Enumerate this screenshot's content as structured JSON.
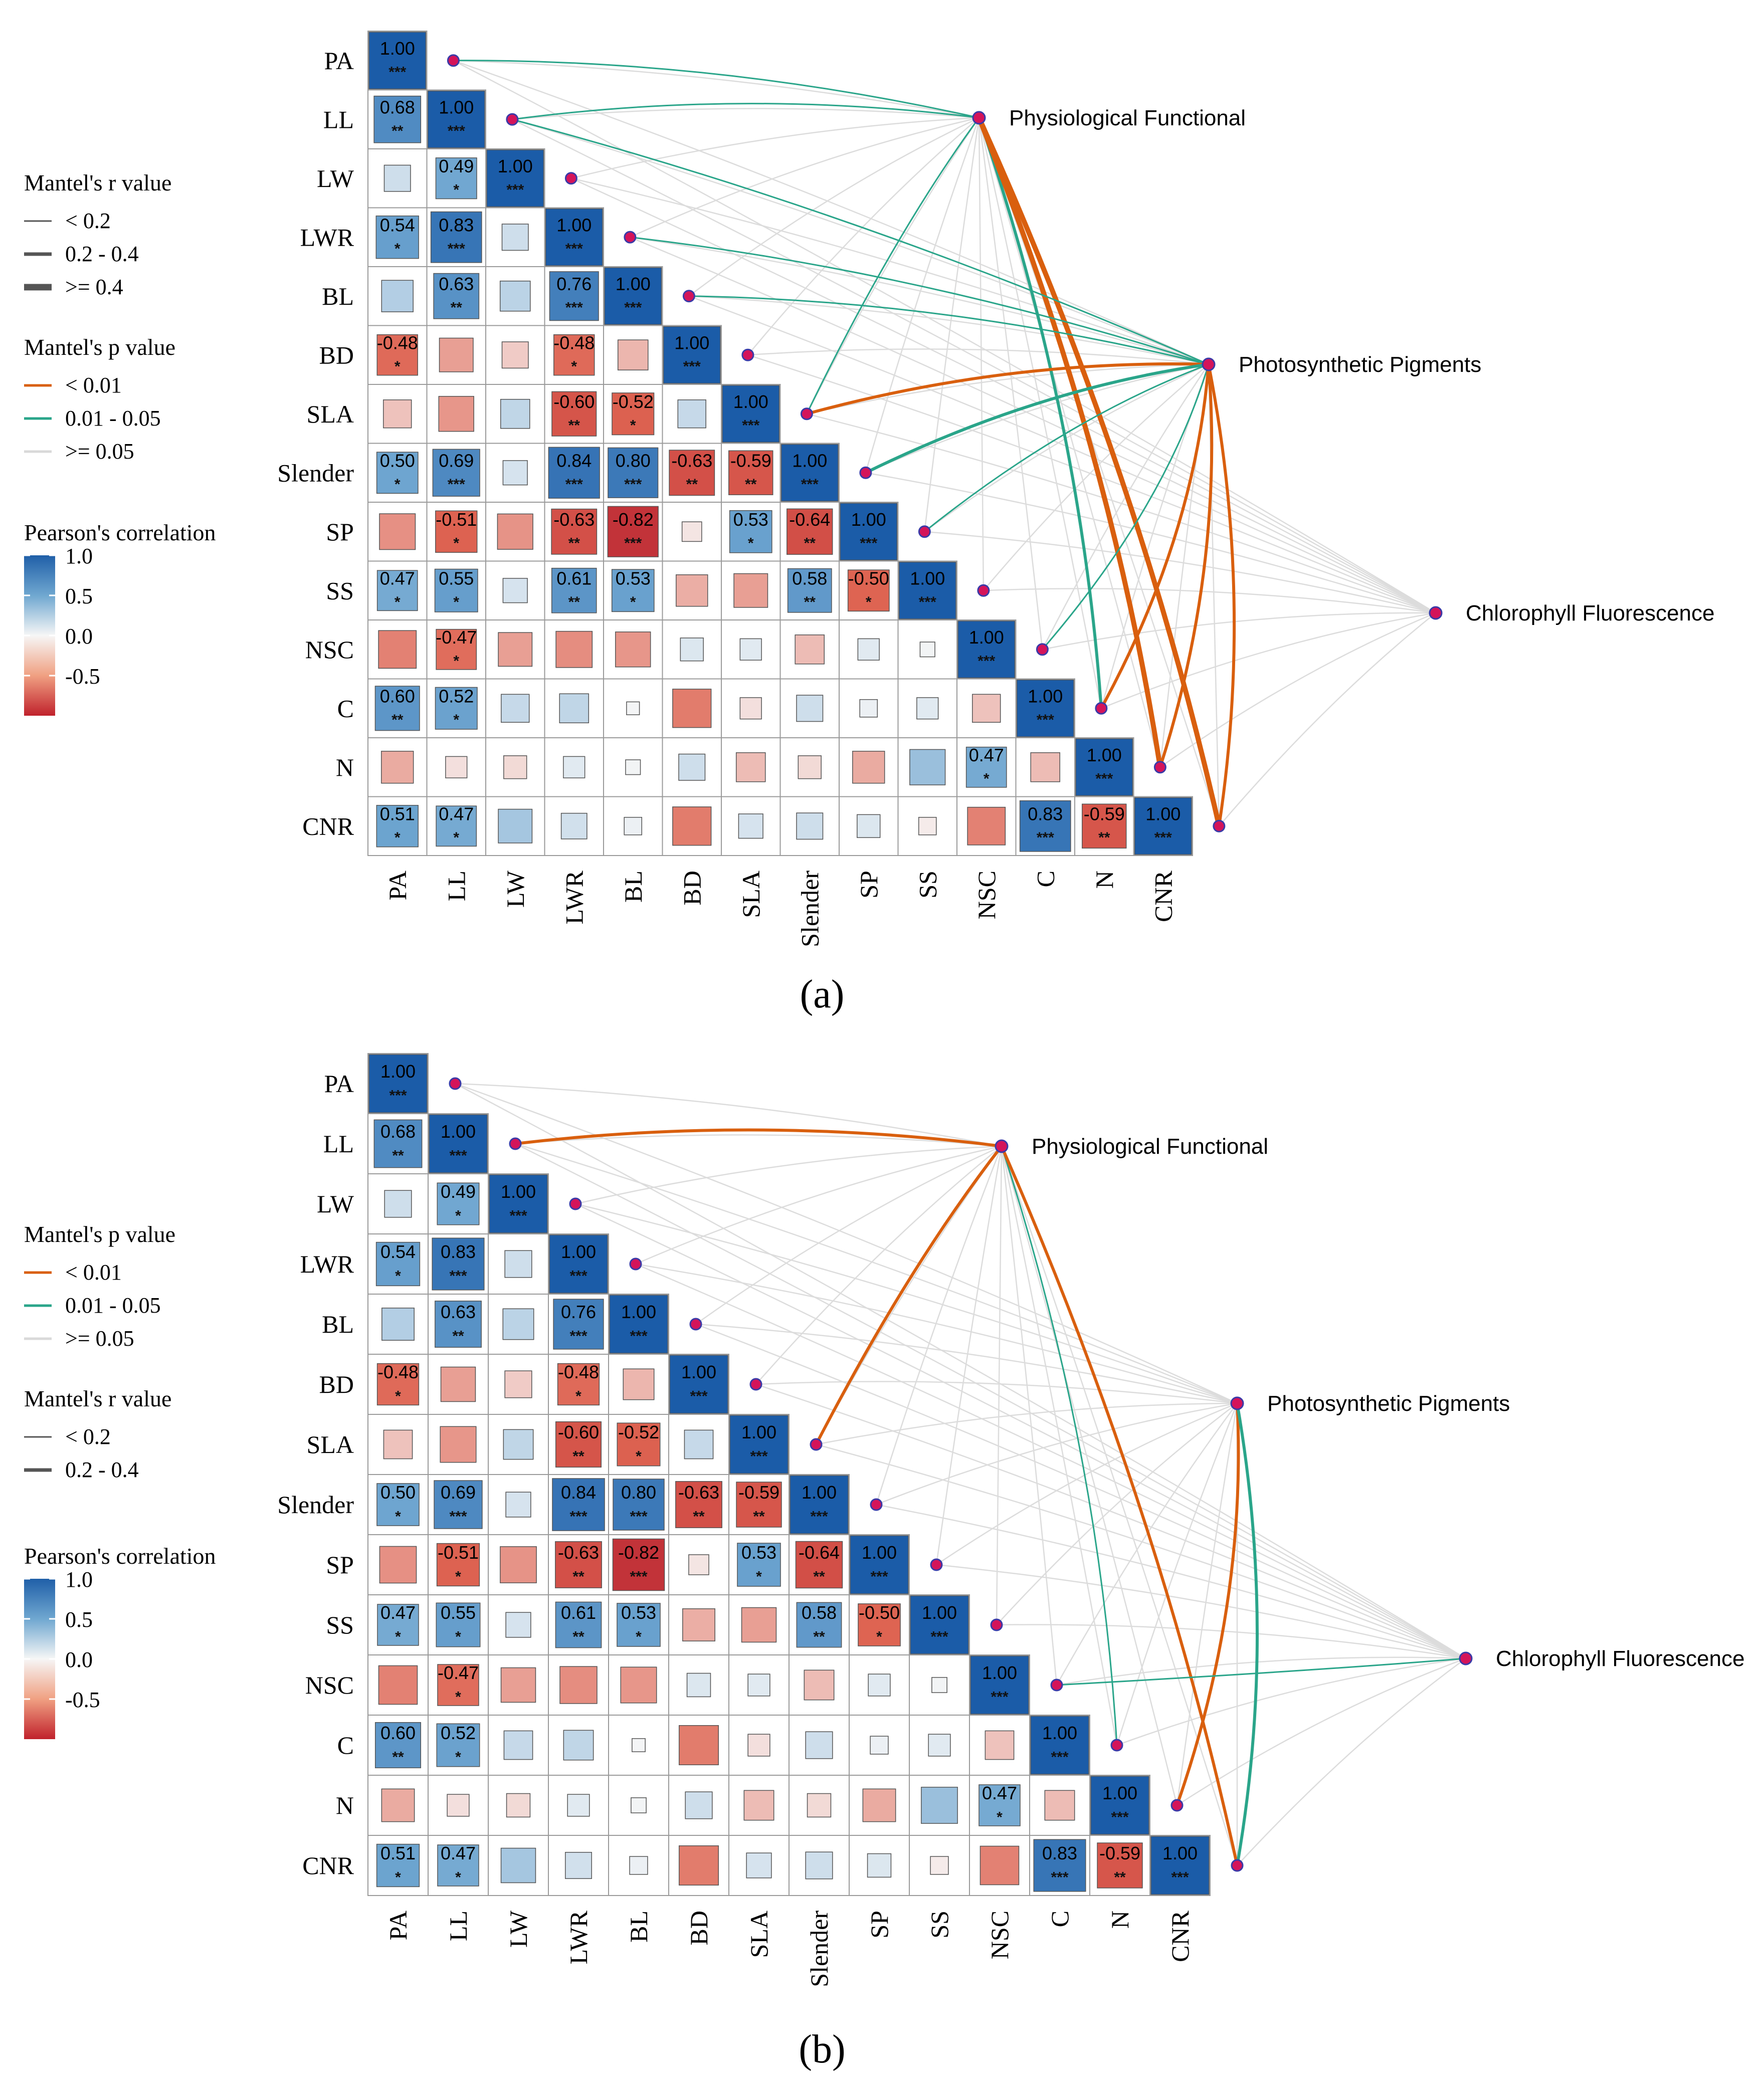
{
  "variables": [
    "PA",
    "LL",
    "LW",
    "LWR",
    "BL",
    "BD",
    "SLA",
    "Slender",
    "SP",
    "SS",
    "NSC",
    "C",
    "N",
    "CNR"
  ],
  "group_names": [
    "Physiological Functional",
    "Photosynthetic Pigments",
    "Chlorophyll Fluorescence"
  ],
  "chart_data": {
    "type": "heatmap",
    "variables": [
      "PA",
      "LL",
      "LW",
      "LWR",
      "BL",
      "BD",
      "SLA",
      "Slender",
      "SP",
      "SS",
      "NSC",
      "C",
      "N",
      "CNR"
    ],
    "lower_triangle": [
      [
        1.0
      ],
      [
        0.68,
        1.0
      ],
      [
        0.15,
        0.49,
        1.0
      ],
      [
        0.54,
        0.83,
        0.15,
        1.0
      ],
      [
        0.25,
        0.63,
        0.22,
        0.76,
        1.0
      ],
      [
        -0.48,
        -0.3,
        -0.15,
        -0.48,
        -0.22,
        1.0
      ],
      [
        -0.18,
        -0.33,
        0.2,
        -0.6,
        -0.52,
        0.18,
        1.0
      ],
      [
        0.5,
        0.69,
        0.12,
        0.84,
        0.8,
        -0.63,
        -0.59,
        1.0
      ],
      [
        -0.35,
        -0.51,
        -0.34,
        -0.63,
        -0.82,
        -0.06,
        0.53,
        -0.64,
        1.0
      ],
      [
        0.47,
        0.55,
        0.12,
        0.61,
        0.53,
        -0.25,
        -0.3,
        0.58,
        -0.5,
        1.0
      ],
      [
        -0.4,
        -0.47,
        -0.3,
        -0.36,
        -0.33,
        0.1,
        0.08,
        -0.2,
        0.08,
        0.02,
        1.0
      ],
      [
        0.6,
        0.52,
        0.18,
        0.2,
        0.01,
        -0.42,
        -0.08,
        0.15,
        0.04,
        0.08,
        -0.18,
        1.0
      ],
      [
        -0.26,
        -0.08,
        -0.1,
        0.08,
        0.02,
        0.15,
        -0.2,
        -0.1,
        -0.26,
        0.34,
        0.47,
        -0.2,
        1.0
      ],
      [
        0.51,
        0.47,
        0.3,
        0.14,
        0.04,
        -0.42,
        0.12,
        0.15,
        0.1,
        -0.04,
        -0.4,
        0.83,
        -0.59,
        1.0
      ]
    ],
    "significance": [
      [
        "***"
      ],
      [
        "**",
        "***"
      ],
      [
        "",
        "*",
        "***"
      ],
      [
        "*",
        "***",
        "",
        "***"
      ],
      [
        "",
        "**",
        "",
        "***",
        "***"
      ],
      [
        "*",
        "",
        "",
        "*",
        "",
        "***"
      ],
      [
        "",
        "",
        "",
        "**",
        "*",
        "",
        "***"
      ],
      [
        "*",
        "***",
        "",
        "***",
        "***",
        "**",
        "**",
        "***"
      ],
      [
        "",
        "*",
        "",
        "**",
        "***",
        "",
        "*",
        "**",
        "***"
      ],
      [
        "*",
        "*",
        "",
        "**",
        "*",
        "",
        "",
        "**",
        "*",
        "***"
      ],
      [
        "",
        "*",
        "",
        "",
        "",
        "",
        "",
        "",
        "",
        "",
        "***"
      ],
      [
        "**",
        "*",
        "",
        "",
        "",
        "",
        "",
        "",
        "",
        "",
        "",
        "***"
      ],
      [
        "",
        "",
        "",
        "",
        "",
        "",
        "",
        "",
        "",
        "",
        "*",
        "",
        "***"
      ],
      [
        "*",
        "*",
        "",
        "",
        "",
        "",
        "",
        "",
        "",
        "",
        "",
        "***",
        "**",
        "***"
      ]
    ],
    "colorbar": {
      "title": "Pearson's correlation",
      "ticks": [
        "1.0",
        "0.5",
        "0.0",
        "-0.5"
      ],
      "range": [
        -1,
        1
      ]
    },
    "panels": [
      {
        "tag": "(a)",
        "legends": [
          {
            "title": "Mantel's r value",
            "items": [
              "< 0.2",
              "0.2 - 0.4",
              ">= 0.4"
            ]
          },
          {
            "title": "Mantel's p value",
            "items": [
              "< 0.01",
              "0.01 - 0.05",
              ">= 0.05"
            ]
          }
        ],
        "links": [
          {
            "group": 0,
            "var": 0,
            "p": "mid",
            "r": "low"
          },
          {
            "group": 0,
            "var": 1,
            "p": "mid",
            "r": "low"
          },
          {
            "group": 0,
            "var": 6,
            "p": "mid",
            "r": "low"
          },
          {
            "group": 0,
            "var": 11,
            "p": "mid",
            "r": "mid"
          },
          {
            "group": 0,
            "var": 12,
            "p": "strong",
            "r": "high"
          },
          {
            "group": 0,
            "var": 13,
            "p": "strong",
            "r": "high"
          },
          {
            "group": 1,
            "var": 1,
            "p": "mid",
            "r": "low"
          },
          {
            "group": 1,
            "var": 3,
            "p": "mid",
            "r": "low"
          },
          {
            "group": 1,
            "var": 4,
            "p": "mid",
            "r": "low"
          },
          {
            "group": 1,
            "var": 6,
            "p": "strong",
            "r": "mid"
          },
          {
            "group": 1,
            "var": 7,
            "p": "mid",
            "r": "mid"
          },
          {
            "group": 1,
            "var": 8,
            "p": "mid",
            "r": "low"
          },
          {
            "group": 1,
            "var": 10,
            "p": "mid",
            "r": "low"
          },
          {
            "group": 1,
            "var": 11,
            "p": "strong",
            "r": "mid"
          },
          {
            "group": 1,
            "var": 12,
            "p": "strong",
            "r": "mid"
          },
          {
            "group": 1,
            "var": 13,
            "p": "strong",
            "r": "mid"
          }
        ]
      },
      {
        "tag": "(b)",
        "legends": [
          {
            "title": "Mantel's p value",
            "items": [
              "< 0.01",
              "0.01 - 0.05",
              ">= 0.05"
            ]
          },
          {
            "title": "Mantel's r value",
            "items": [
              "< 0.2",
              "0.2 - 0.4"
            ]
          }
        ],
        "links": [
          {
            "group": 0,
            "var": 1,
            "p": "strong",
            "r": "mid"
          },
          {
            "group": 0,
            "var": 6,
            "p": "strong",
            "r": "mid"
          },
          {
            "group": 0,
            "var": 11,
            "p": "mid",
            "r": "low"
          },
          {
            "group": 0,
            "var": 13,
            "p": "strong",
            "r": "mid"
          },
          {
            "group": 1,
            "var": 12,
            "p": "strong",
            "r": "mid"
          },
          {
            "group": 1,
            "var": 13,
            "p": "mid",
            "r": "mid"
          },
          {
            "group": 2,
            "var": 10,
            "p": "mid",
            "r": "low"
          }
        ]
      }
    ]
  }
}
